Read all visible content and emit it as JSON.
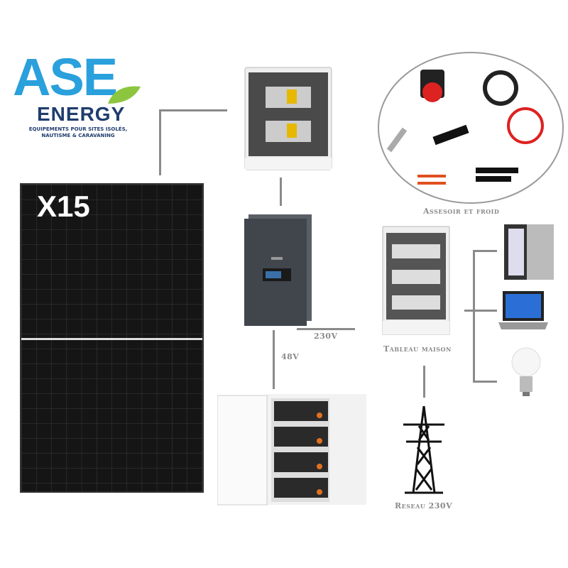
{
  "logo": {
    "brand": "ASE",
    "sub": "ENERGY",
    "tagline": "EQUIPEMENTS POUR SITES ISOLÉS, NAUTISME & CARAVANING",
    "colors": {
      "blue": "#2aa0dc",
      "navy": "#1f3d6e",
      "leaf": "#8cc63f"
    }
  },
  "panel": {
    "quantity": "X15"
  },
  "labels": {
    "accessories": "Assesoir et froid",
    "house_board": "Tableau maison",
    "grid": "Reseau 230V",
    "ac_voltage": "230V",
    "dc_voltage": "48V"
  },
  "icons": [
    "solar-panel",
    "combiner-box",
    "inverter",
    "accessories-circle",
    "distribution-board",
    "battery-cabinet",
    "power-pylon",
    "fridge",
    "laptop",
    "light-bulb",
    "leaf"
  ]
}
